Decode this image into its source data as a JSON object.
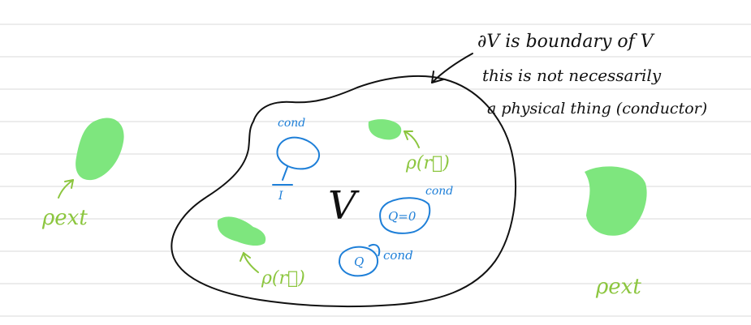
{
  "colors": {
    "ink": "#111111",
    "blue": "#1e7fd8",
    "green_text": "#8cc63f",
    "green_blob": "#7ee67e",
    "rule": "#e6e6e6"
  },
  "annotations": {
    "boundary_line1": "∂V is boundary of V",
    "boundary_line2": "this is not necessarily",
    "boundary_line3": "a physical thing (conductor)",
    "volume_label": "V"
  },
  "charges": {
    "rho_ext_left": "ρext",
    "rho_ext_right": "ρext",
    "rho_r_top": "ρ(r⃗)",
    "rho_r_bottom": "ρ(r⃗)"
  },
  "conductors": {
    "cond_top_label": "cond",
    "ground_label": "I",
    "cond_q0_label": "cond",
    "q0_text": "Q=0",
    "q_text": "Q",
    "cond_q_label": "cond"
  }
}
